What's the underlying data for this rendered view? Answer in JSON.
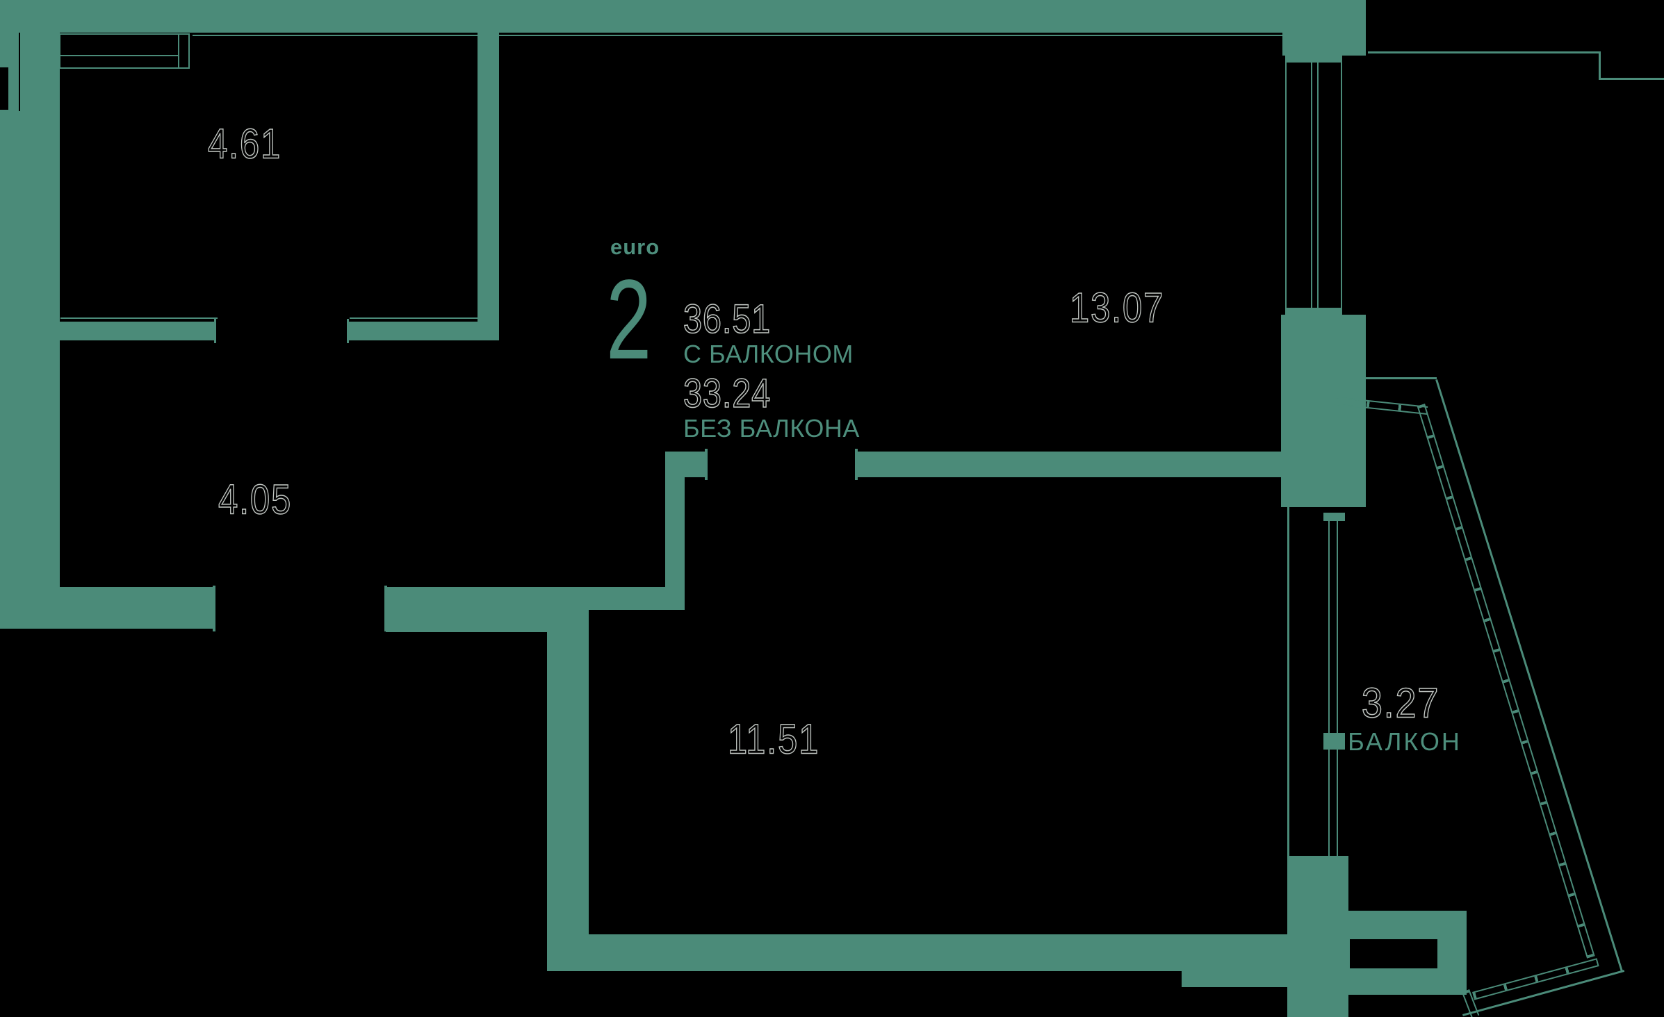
{
  "plan": {
    "unit_type_label": "euro",
    "rooms_count": "2",
    "area_with_balcony": "36.51",
    "with_balcony_label": "С БАЛКОНОМ",
    "area_without_balcony": "33.24",
    "without_balcony_label": "БЕЗ БАЛКОНА",
    "rooms": [
      {
        "name": "room-top-left",
        "area": "4.61"
      },
      {
        "name": "room-mid-left",
        "area": "4.05"
      },
      {
        "name": "room-top-right",
        "area": "13.07"
      },
      {
        "name": "room-bottom",
        "area": "11.51"
      }
    ],
    "balcony": {
      "area": "3.27",
      "label": "БАЛКОН"
    }
  },
  "colors": {
    "wall": "#4b8b79",
    "teal_text": "#4e8f7d",
    "number_outline": "#c2c7c3",
    "background": "#000000"
  }
}
